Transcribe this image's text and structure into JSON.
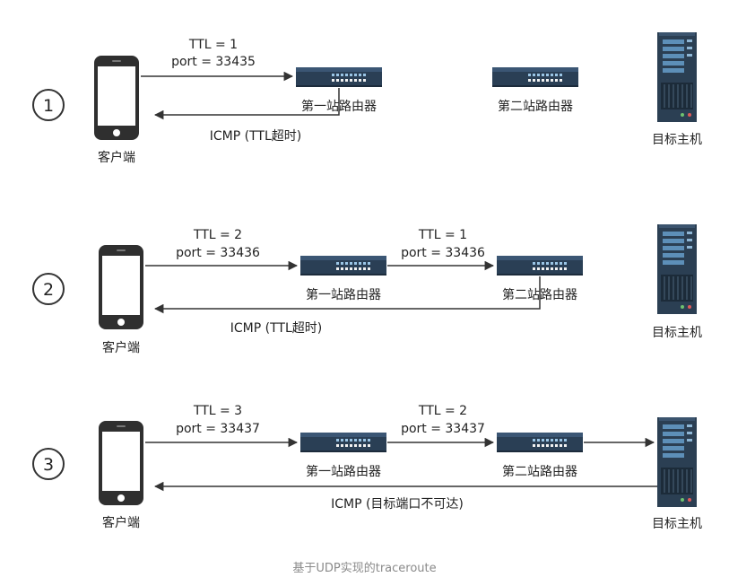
{
  "caption": "基于UDP实现的traceroute",
  "labels": {
    "client": "客户端",
    "router1": "第一站路由器",
    "router2": "第二站路由器",
    "target": "目标主机"
  },
  "steps": [
    {
      "number": "1",
      "out_ttl": "TTL = 1",
      "out_port": "port = 33435",
      "reply": "ICMP (TTL超时)"
    },
    {
      "number": "2",
      "out_ttl": "TTL = 2",
      "out_port": "port = 33436",
      "hop_ttl": "TTL = 1",
      "hop_port": "port = 33436",
      "reply": "ICMP (TTL超时)"
    },
    {
      "number": "3",
      "out_ttl": "TTL = 3",
      "out_port": "port = 33437",
      "hop_ttl": "TTL = 2",
      "hop_port": "port = 33437",
      "reply": "ICMP (目标端口不可达)"
    }
  ]
}
